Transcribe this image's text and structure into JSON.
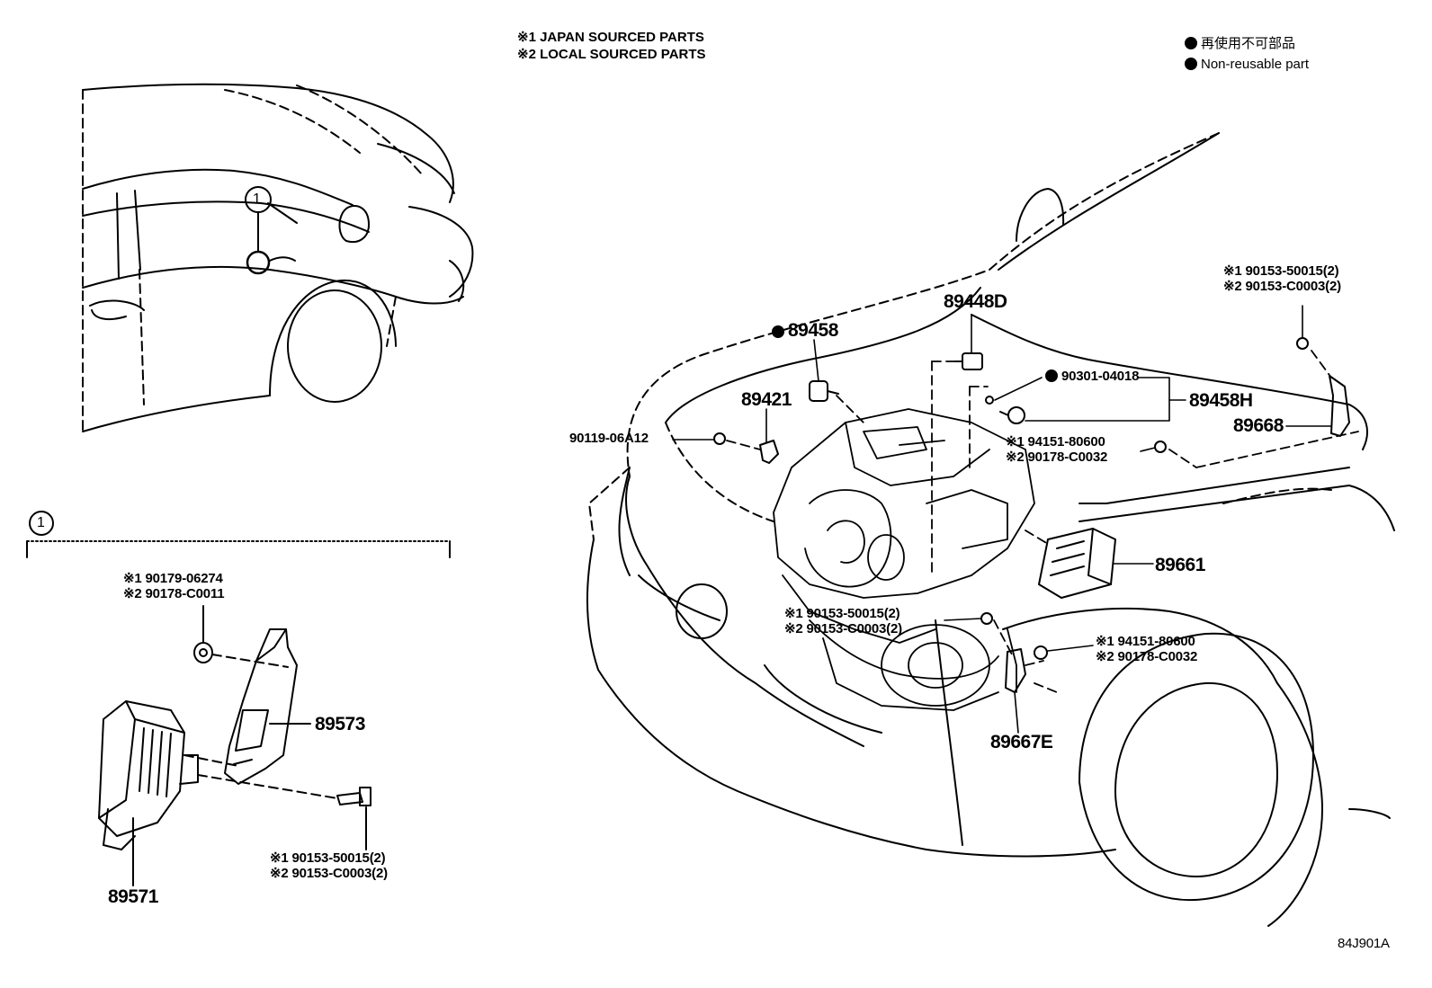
{
  "header": {
    "japan_note": "※1 JAPAN SOURCED PARTS",
    "local_note": "※2 LOCAL SOURCED PARTS",
    "legend_jp": "再使用不可部品",
    "legend_en": "Non-reusable part"
  },
  "callout": {
    "number": "1",
    "detail_number": "1"
  },
  "parts": {
    "p89458": "89458",
    "p89448d": "89448D",
    "p89421": "89421",
    "p90119": "90119-06A12",
    "p90301": "90301-04018",
    "p89458h": "89458H",
    "p89668": "89668",
    "p89661": "89661",
    "p89667e": "89667E",
    "p89573": "89573",
    "p89571": "89571",
    "p_top_right_1": "※1 90153-50015(2)",
    "p_top_right_2": "※2 90153-C0003(2)",
    "p_mid_1": "※1 94151-80600",
    "p_mid_2": "※2 90178-C0032",
    "p_engine_1": "※1 90153-50015(2)",
    "p_engine_2": "※2 90153-C0003(2)",
    "p_fender_1": "※1 94151-80600",
    "p_fender_2": "※2 90178-C0032",
    "p_detail_top_1": "※1 90179-06274",
    "p_detail_top_2": "※2 90178-C0011",
    "p_detail_bot_1": "※1 90153-50015(2)",
    "p_detail_bot_2": "※2 90153-C0003(2)"
  },
  "figure_code": "84J901A"
}
